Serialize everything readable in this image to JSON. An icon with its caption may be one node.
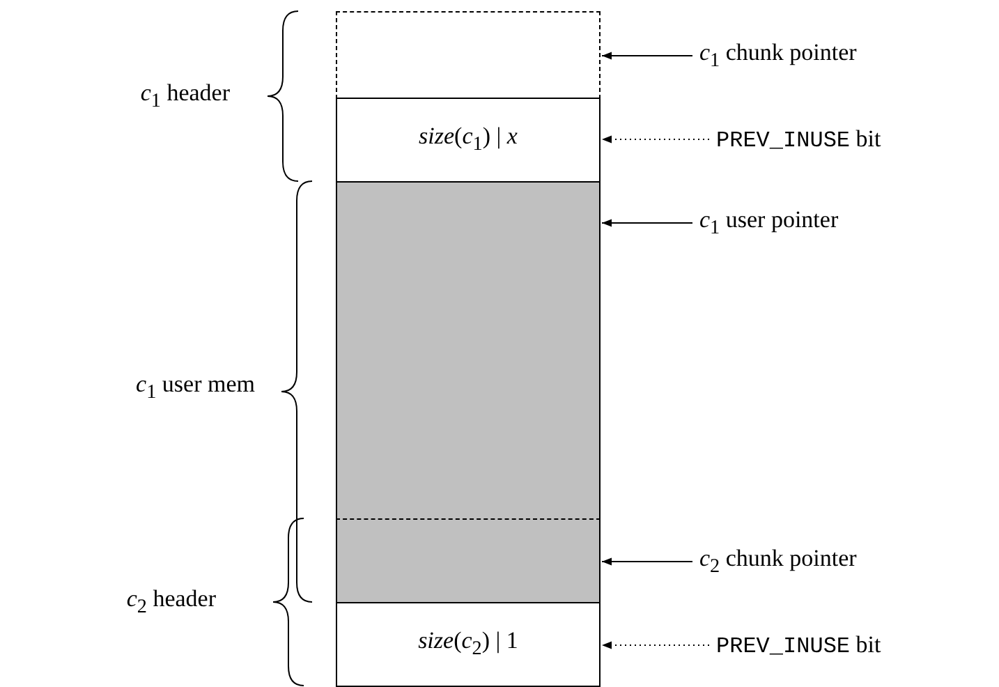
{
  "diagram": {
    "nodes": [
      {
        "text": [],
        "shape": "box"
      },
      {
        "text": [
          "*size*(*c*$_{1}$) | *x*"
        ]
      },
      {
        "text": [],
        "shape": "box"
      },
      {
        "text": [],
        "shape": "box"
      },
      {
        "text": [
          "*size*(*c*$_{2}$) | 1"
        ]
      },
      {
        "text": [
          "*c*$_{1}$ chunk pointer"
        ]
      },
      {
        "text": [
          "PREV_INUSE bit"
        ]
      },
      {
        "text": [
          "*c*$_{1}$ user pointer"
        ]
      },
      {
        "text": [
          "*c*$_{2}$ chunk pointer"
        ]
      },
      {
        "text": [
          "PREV_INUSE bit"
        ]
      }
    ],
    "edges": [
      {
        "from": 5,
        "to": 0,
        "arrow": "to"
      },
      {
        "from": 6,
        "to": 1,
        "arrow": "to",
        "style": "dashed"
      },
      {
        "from": 7,
        "to": 2,
        "arrow": "to"
      },
      {
        "from": 8,
        "to": 3,
        "arrow": "to"
      },
      {
        "from": 9,
        "to": 4,
        "arrow": "to",
        "style": "dashed"
      }
    ],
    "labels": [
      "*c*$_{1}$ header",
      "*c*$_{1}$ user mem",
      "*c*$_{2}$ header"
    ]
  }
}
